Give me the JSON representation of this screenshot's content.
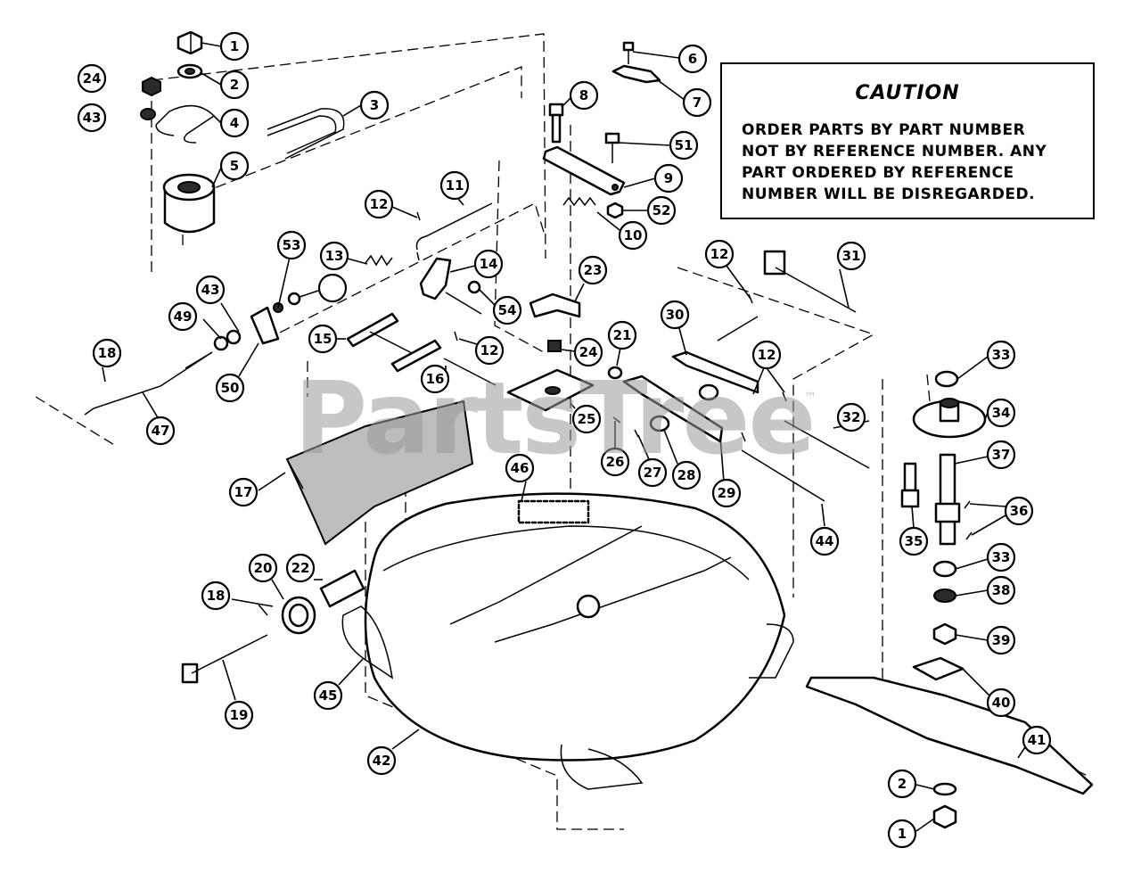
{
  "caution": {
    "title": "CAUTION",
    "lines": [
      "ORDER PARTS BY PART NUMBER",
      "NOT BY REFERENCE NUMBER. ANY",
      "PART ORDERED BY REFERENCE",
      "NUMBER WILL BE DISREGARDED."
    ]
  },
  "watermark": {
    "text": "PartsTree",
    "tm": "™"
  },
  "callouts": [
    "1",
    "2",
    "3",
    "4",
    "5",
    "6",
    "7",
    "8",
    "9",
    "10",
    "11",
    "12",
    "13",
    "14",
    "15",
    "16",
    "17",
    "18",
    "19",
    "20",
    "21",
    "22",
    "23",
    "24",
    "25",
    "26",
    "27",
    "28",
    "29",
    "30",
    "31",
    "32",
    "33",
    "34",
    "35",
    "36",
    "37",
    "38",
    "39",
    "40",
    "41",
    "42",
    "43",
    "44",
    "45",
    "46",
    "47",
    "49",
    "50",
    "51",
    "52",
    "53",
    "54"
  ]
}
